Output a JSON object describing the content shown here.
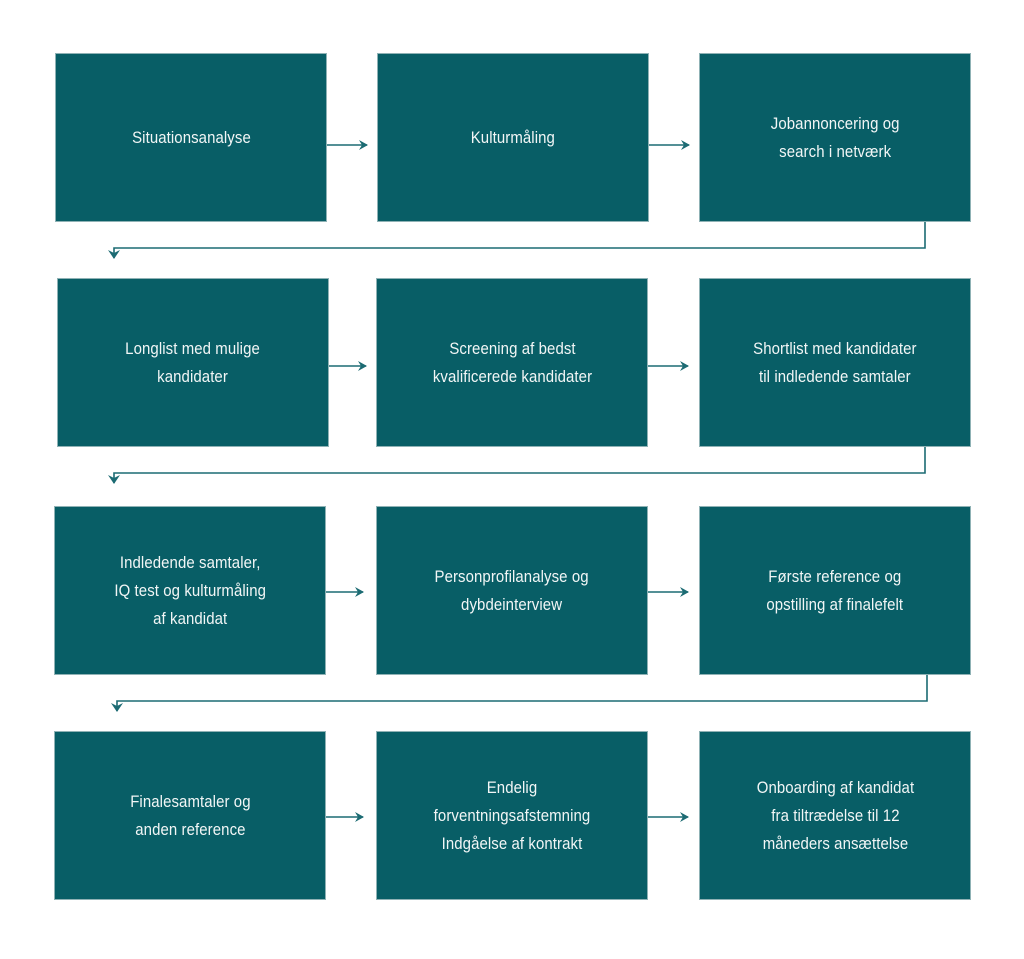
{
  "diagram": {
    "type": "process-flow",
    "colors": {
      "box_fill": "#085e66",
      "box_text": "#f2f6f6",
      "connector": "#1c6b73",
      "background": "#ffffff"
    },
    "steps": [
      {
        "label": "Situationsanalyse"
      },
      {
        "label": "Kulturmåling"
      },
      {
        "label": "Jobannoncering og\nsearch i netværk"
      },
      {
        "label": "Longlist med mulige\nkandidater"
      },
      {
        "label": "Screening af bedst\nkvalificerede kandidater"
      },
      {
        "label": "Shortlist med kandidater\ntil indledende samtaler"
      },
      {
        "label": "Indledende samtaler,\nIQ test og kulturmåling\naf kandidat"
      },
      {
        "label": "Personprofilanalyse og\ndybdeinterview"
      },
      {
        "label": "Første reference og\nopstilling af finalefelt"
      },
      {
        "label": "Finalesamtaler og\nanden reference"
      },
      {
        "label": "Endelig\nforventningsafstemning\nIndgåelse af kontrakt"
      },
      {
        "label": "Onboarding af kandidat\nfra tiltrædelse til 12\nmåneders ansættelse"
      }
    ]
  }
}
